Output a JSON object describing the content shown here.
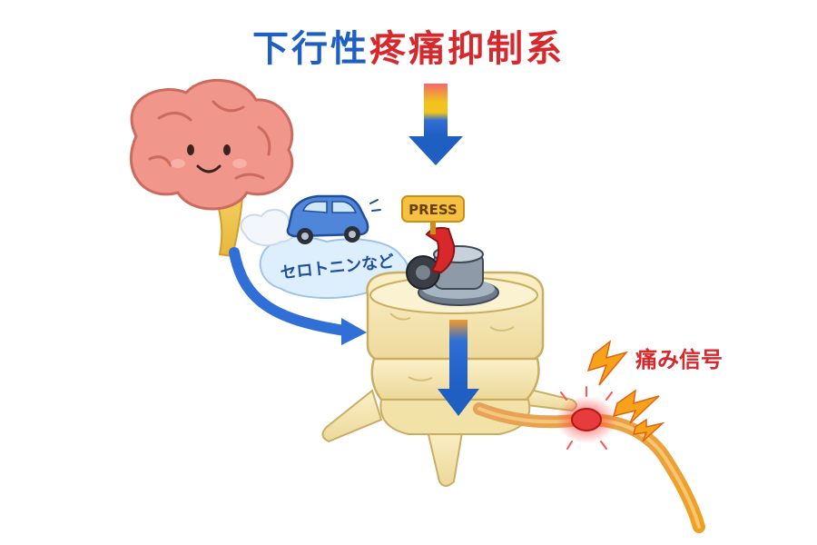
{
  "title": {
    "part1": "下行性",
    "part2": "疼痛抑制系",
    "color_part1": "#1f5fc2",
    "color_part2": "#d8282b"
  },
  "labels": {
    "serotonin": "セロトニンなど",
    "press": "PRESS",
    "pain_signal": "痛み信号"
  },
  "icons": [
    "brain-icon",
    "car-icon",
    "press-button-icon",
    "vertebra-icon",
    "nerve-icon",
    "lightning-icon"
  ]
}
